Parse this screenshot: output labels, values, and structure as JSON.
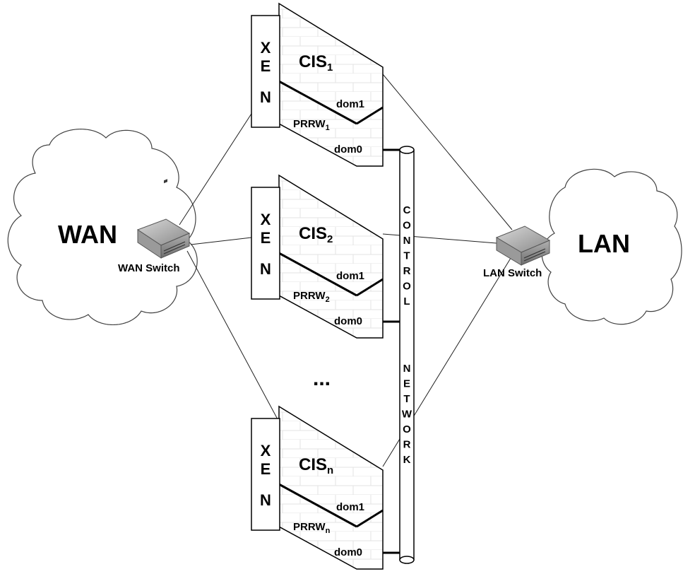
{
  "clouds": {
    "wan": {
      "label": "WAN"
    },
    "lan": {
      "label": "LAN"
    }
  },
  "switches": {
    "wan": {
      "label": "WAN Switch"
    },
    "lan": {
      "label": "LAN Switch"
    }
  },
  "hosts": [
    {
      "xen": [
        "X",
        "E",
        "N"
      ],
      "cis": "CIS",
      "cis_sub": "1",
      "dom1": "dom1",
      "prrw": "PRRW",
      "prrw_sub": "1",
      "dom0": "dom0"
    },
    {
      "xen": [
        "X",
        "E",
        "N"
      ],
      "cis": "CIS",
      "cis_sub": "2",
      "dom1": "dom1",
      "prrw": "PRRW",
      "prrw_sub": "2",
      "dom0": "dom0"
    },
    {
      "xen": [
        "X",
        "E",
        "N"
      ],
      "cis": "CIS",
      "cis_sub": "n",
      "dom1": "dom1",
      "prrw": "PRRW",
      "prrw_sub": "n",
      "dom0": "dom0"
    }
  ],
  "ellipsis": "...",
  "control_network": {
    "letters_top": [
      "C",
      "O",
      "N",
      "T",
      "R",
      "O",
      "L"
    ],
    "letters_bottom": [
      "N",
      "E",
      "T",
      "W",
      "O",
      "R",
      "K"
    ]
  }
}
